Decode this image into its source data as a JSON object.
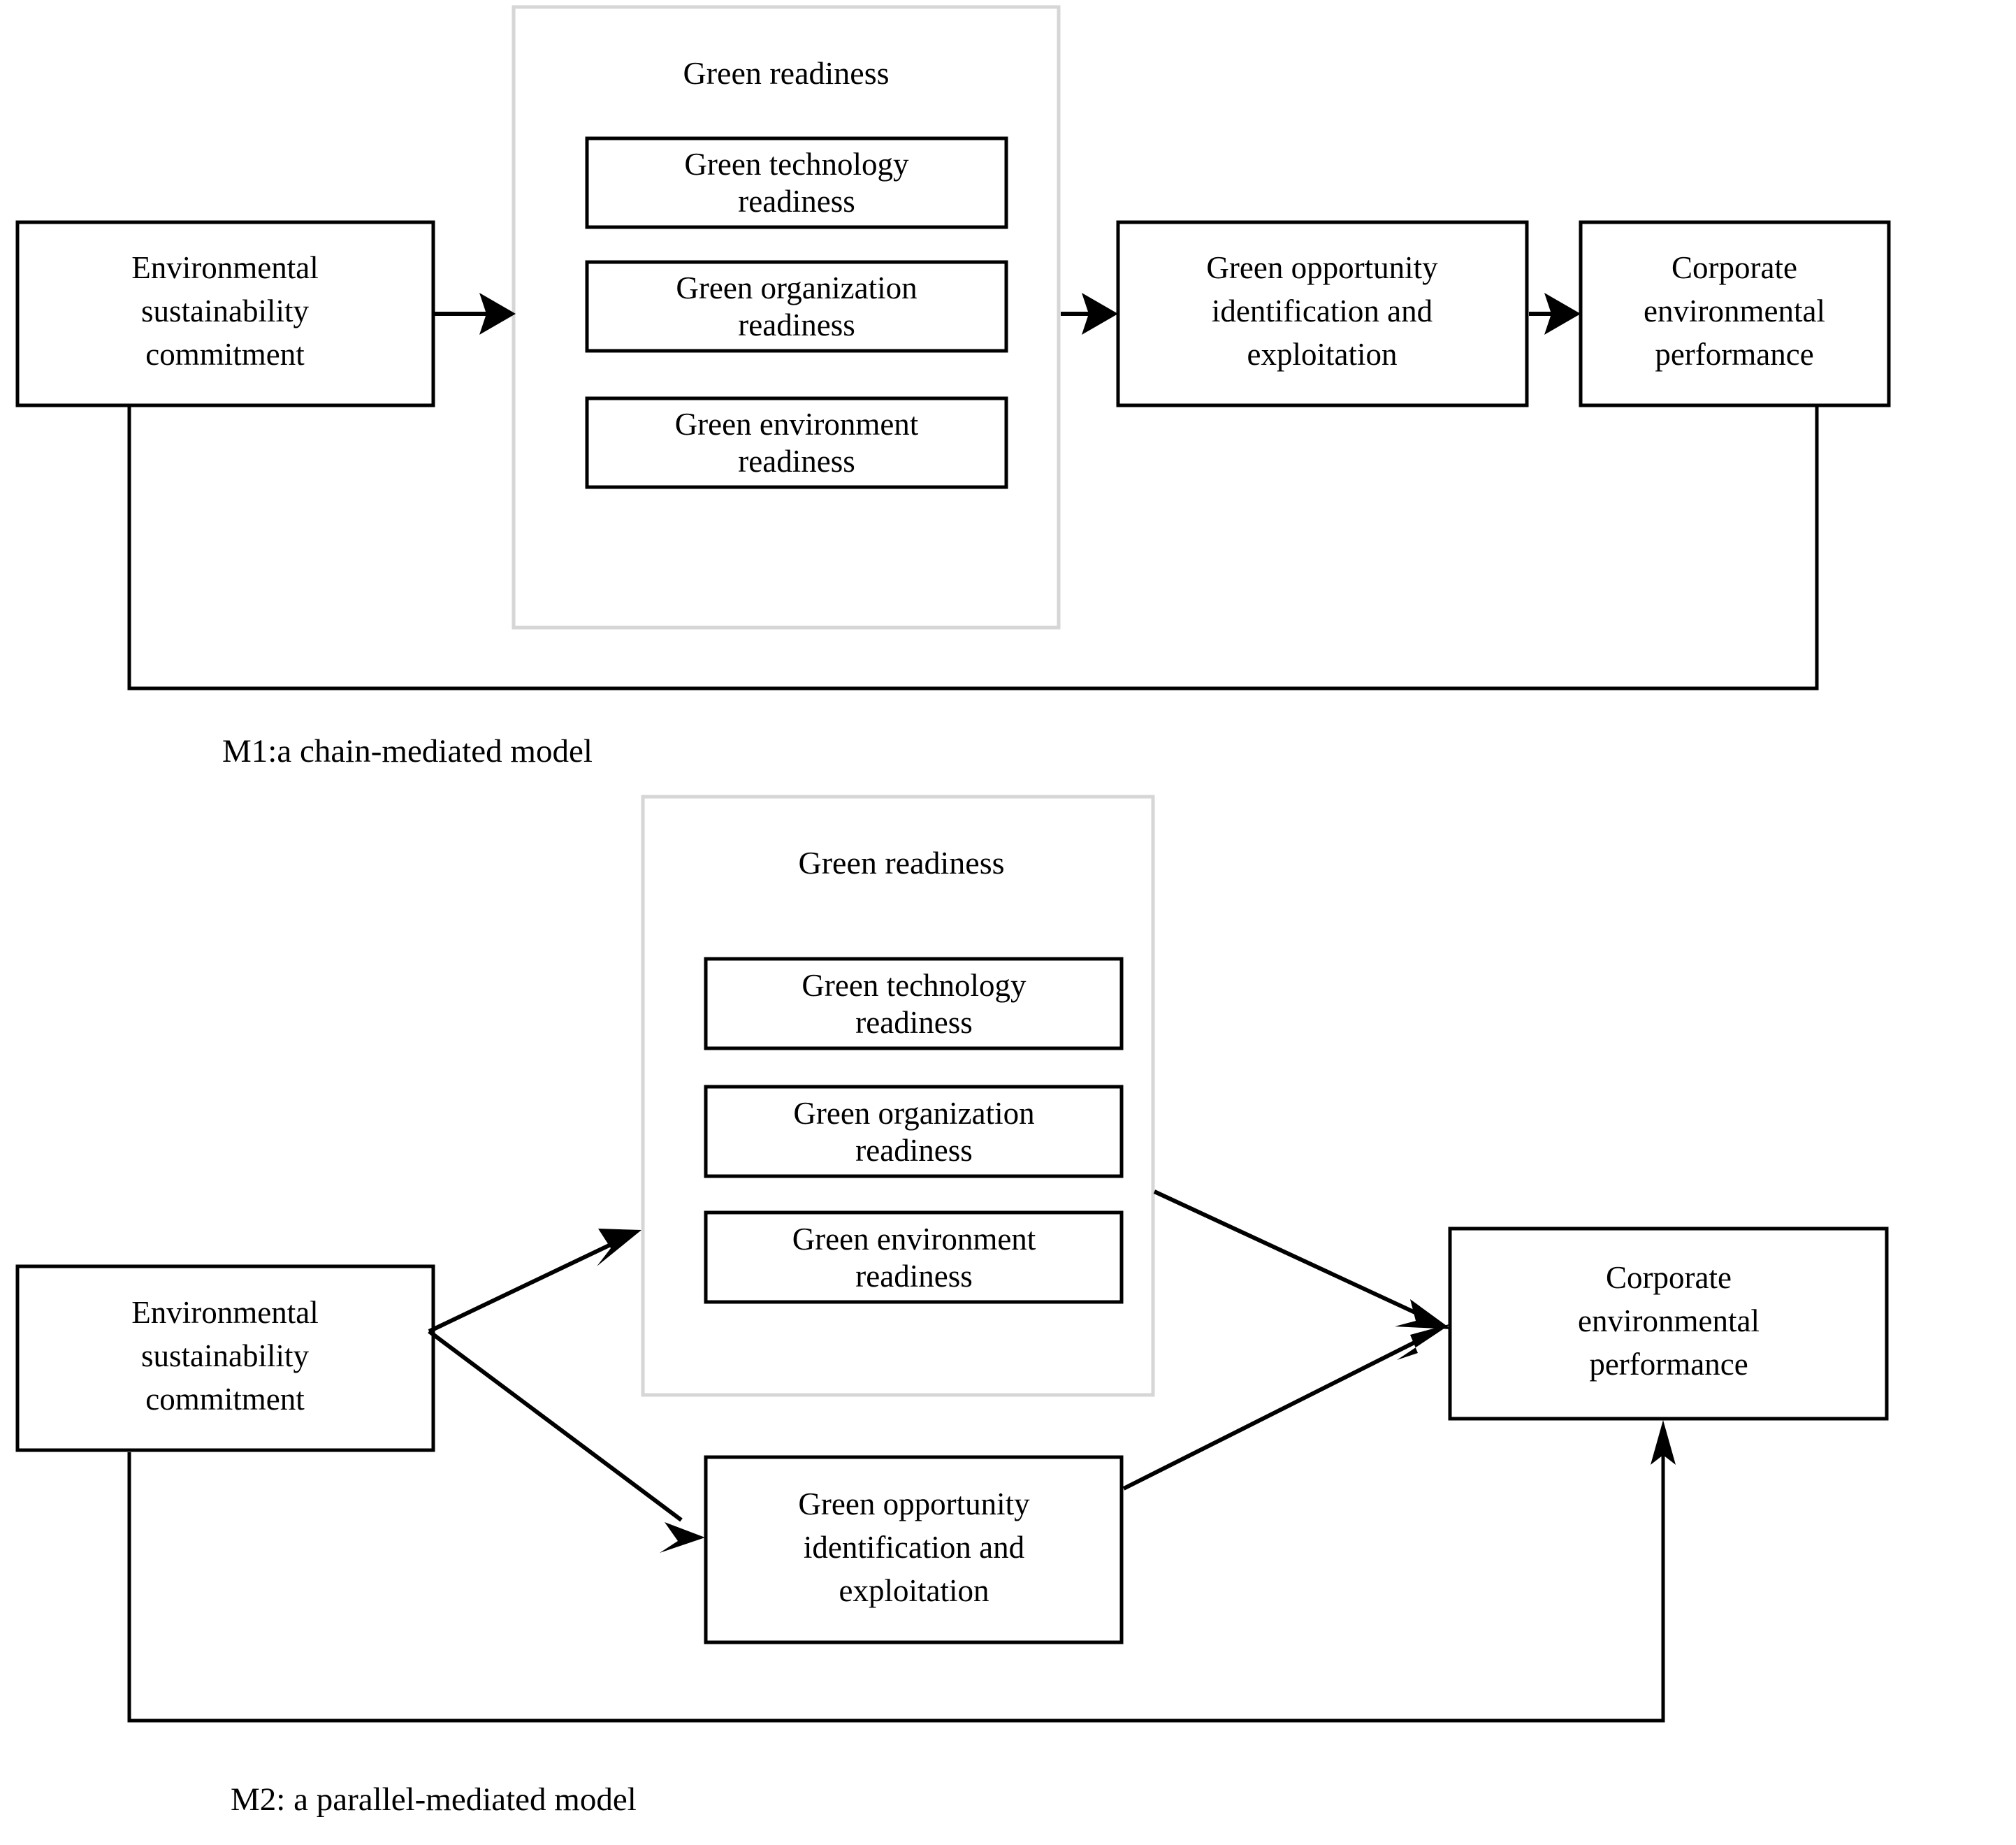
{
  "figure": {
    "models": [
      {
        "id": "M1",
        "caption": "M1:a chain-mediated model",
        "nodes": {
          "source": "Environmental\nsustainability\ncommitment",
          "source_line1": "Environmental",
          "source_line2": "sustainability",
          "source_line3": "commitment",
          "group_title": "Green readiness",
          "group_items": [
            {
              "line1": "Green technology",
              "line2": "readiness"
            },
            {
              "line1": "Green organization",
              "line2": "readiness"
            },
            {
              "line1": "Green environment",
              "line2": "readiness"
            }
          ],
          "mediator2_line1": "Green opportunity",
          "mediator2_line2": "identification and",
          "mediator2_line3": "exploitation",
          "outcome_line1": "Corporate",
          "outcome_line2": "environmental",
          "outcome_line3": "performance"
        },
        "edges": [
          {
            "from": "Environmental sustainability commitment",
            "to": "Green readiness",
            "style": "straight-arrow"
          },
          {
            "from": "Green readiness",
            "to": "Green opportunity identification and exploitation",
            "style": "straight-arrow"
          },
          {
            "from": "Green opportunity identification and exploitation",
            "to": "Corporate environmental performance",
            "style": "straight-arrow"
          },
          {
            "from": "Environmental sustainability commitment",
            "to": "Corporate environmental performance",
            "style": "orthogonal-direct-path"
          }
        ]
      },
      {
        "id": "M2",
        "caption": "M2: a parallel-mediated model",
        "nodes": {
          "source_line1": "Environmental",
          "source_line2": "sustainability",
          "source_line3": "commitment",
          "group_title": "Green readiness",
          "group_items": [
            {
              "line1": "Green technology",
              "line2": "readiness"
            },
            {
              "line1": "Green organization",
              "line2": "readiness"
            },
            {
              "line1": "Green environment",
              "line2": "readiness"
            }
          ],
          "mediator2_line1": "Green opportunity",
          "mediator2_line2": "identification and",
          "mediator2_line3": "exploitation",
          "outcome_line1": "Corporate",
          "outcome_line2": "environmental",
          "outcome_line3": "performance"
        },
        "edges": [
          {
            "from": "Environmental sustainability commitment",
            "to": "Green readiness",
            "style": "diagonal-arrow"
          },
          {
            "from": "Environmental sustainability commitment",
            "to": "Green opportunity identification and exploitation",
            "style": "diagonal-arrow"
          },
          {
            "from": "Green readiness",
            "to": "Corporate environmental performance",
            "style": "diagonal-arrow"
          },
          {
            "from": "Green opportunity identification and exploitation",
            "to": "Corporate environmental performance",
            "style": "diagonal-arrow"
          },
          {
            "from": "Environmental sustainability commitment",
            "to": "Corporate environmental performance",
            "style": "orthogonal-direct-path"
          }
        ]
      }
    ],
    "colors": {
      "background": "#ffffff",
      "box_stroke": "#000000",
      "group_stroke": "#d6d6d6",
      "text": "#000000"
    }
  }
}
